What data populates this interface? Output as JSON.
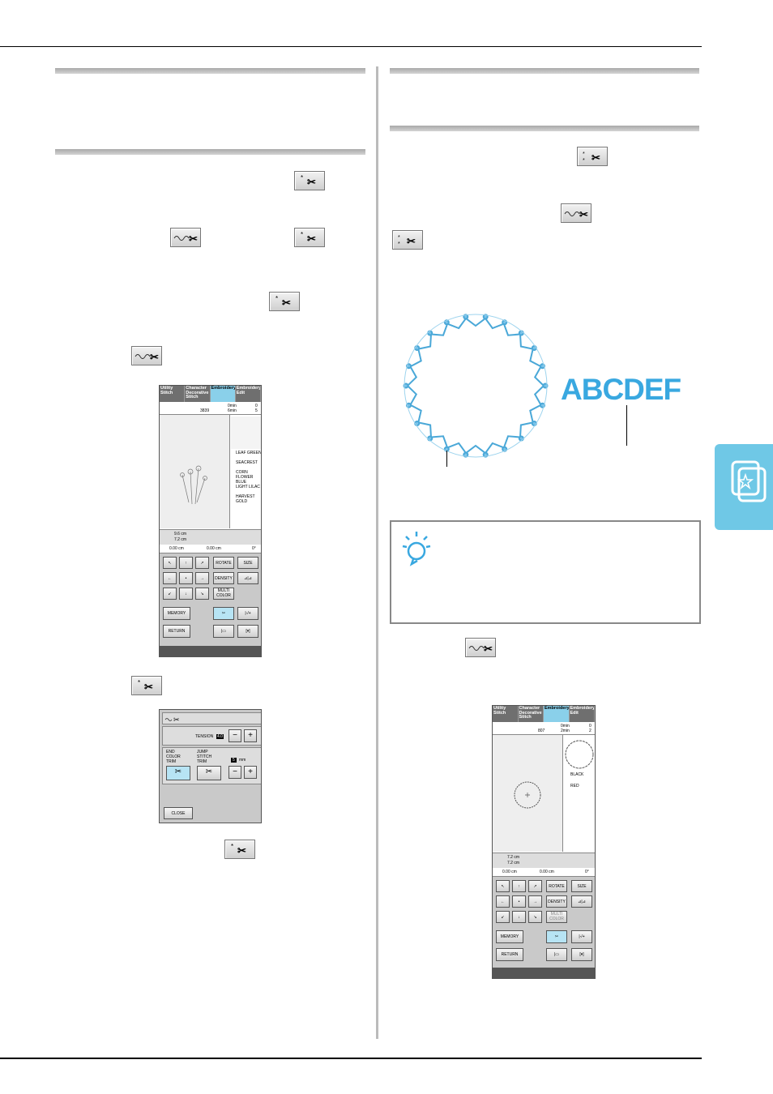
{
  "icons": {
    "trim_on": "end-color-trim-icon",
    "trim_jump": "jump-stitch-trim-icon",
    "side_tab": "embroidery-frame-icon",
    "note": "note-lightbulb-icon"
  },
  "colors": {
    "accent": "#6fc8e6",
    "screen_blue": "#8ad0ea",
    "panel_gray": "#c9c9c9",
    "circle_blue": "#4aa8d8",
    "sample_blue": "#39a8e0"
  },
  "screen1": {
    "tabs": [
      "Utility Stitch",
      "Character Decorative Stitch",
      "Embroidery",
      "Embroidery Edit"
    ],
    "stitch_count": "3839",
    "time_top": "0min",
    "time_bottom": "6min",
    "color_count_top": "0",
    "color_count_bottom": "5",
    "colors": [
      "LEAF GREEN",
      "SEACREST",
      "CORN FLOWER BLUE",
      "LIGHT LILAC",
      "HARVEST GOLD"
    ],
    "size_w": "9.6 cm",
    "size_h": "7.2 cm",
    "position": "0.00 cm",
    "position2": "0.00 cm",
    "angle": "0°",
    "buttons": [
      "ROTATE",
      "SIZE",
      "DENSITY",
      "MULTI COLOR",
      "MEMORY",
      "RETURN"
    ]
  },
  "dialog": {
    "tension_label": "TENSION",
    "tension_value": "4.0",
    "end_label": "END COLOR TRIM",
    "jump_label": "JUMP STITCH TRIM",
    "jump_value": "5",
    "jump_unit": "mm",
    "close_label": "CLOSE",
    "minus": "−",
    "plus": "+"
  },
  "sample": {
    "text": "ABCDEF"
  },
  "screen2": {
    "tabs": [
      "Utility Stitch",
      "Character Decorative Stitch",
      "Embroidery",
      "Embroidery Edit"
    ],
    "stitch_count": "807",
    "time_top": "0min",
    "time_bottom": "2min",
    "color_count_top": "0",
    "color_count_bottom": "2",
    "colors": [
      "BLACK",
      "RED"
    ],
    "size_w": "7.2 cm",
    "size_h": "7.2 cm",
    "position": "0.00 cm",
    "position2": "0.00 cm",
    "angle": "0°",
    "buttons": [
      "ROTATE",
      "SIZE",
      "DENSITY",
      "MULTI COLOR",
      "MEMORY",
      "RETURN"
    ]
  }
}
